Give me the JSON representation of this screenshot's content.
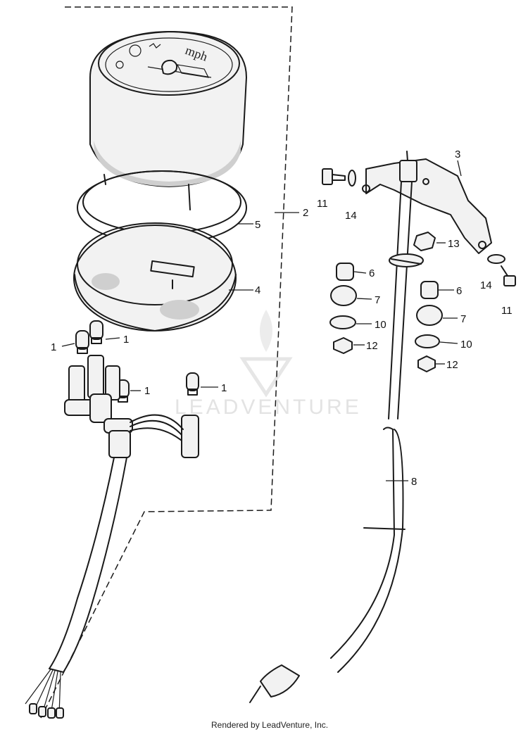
{
  "gauge_label": "mph",
  "watermark": "LEADVENTURE",
  "footer": "Rendered by LeadVenture, Inc.",
  "callouts": {
    "c1a": "1",
    "c1b": "1",
    "c1c": "1",
    "c1d": "1",
    "c2": "2",
    "c3": "3",
    "c4": "4",
    "c5": "5",
    "c6a": "6",
    "c6b": "6",
    "c7a": "7",
    "c7b": "7",
    "c8": "8",
    "c10a": "10",
    "c10b": "10",
    "c11a": "11",
    "c11b": "11",
    "c12a": "12",
    "c12b": "12",
    "c13": "13",
    "c14a": "14",
    "c14b": "14"
  }
}
